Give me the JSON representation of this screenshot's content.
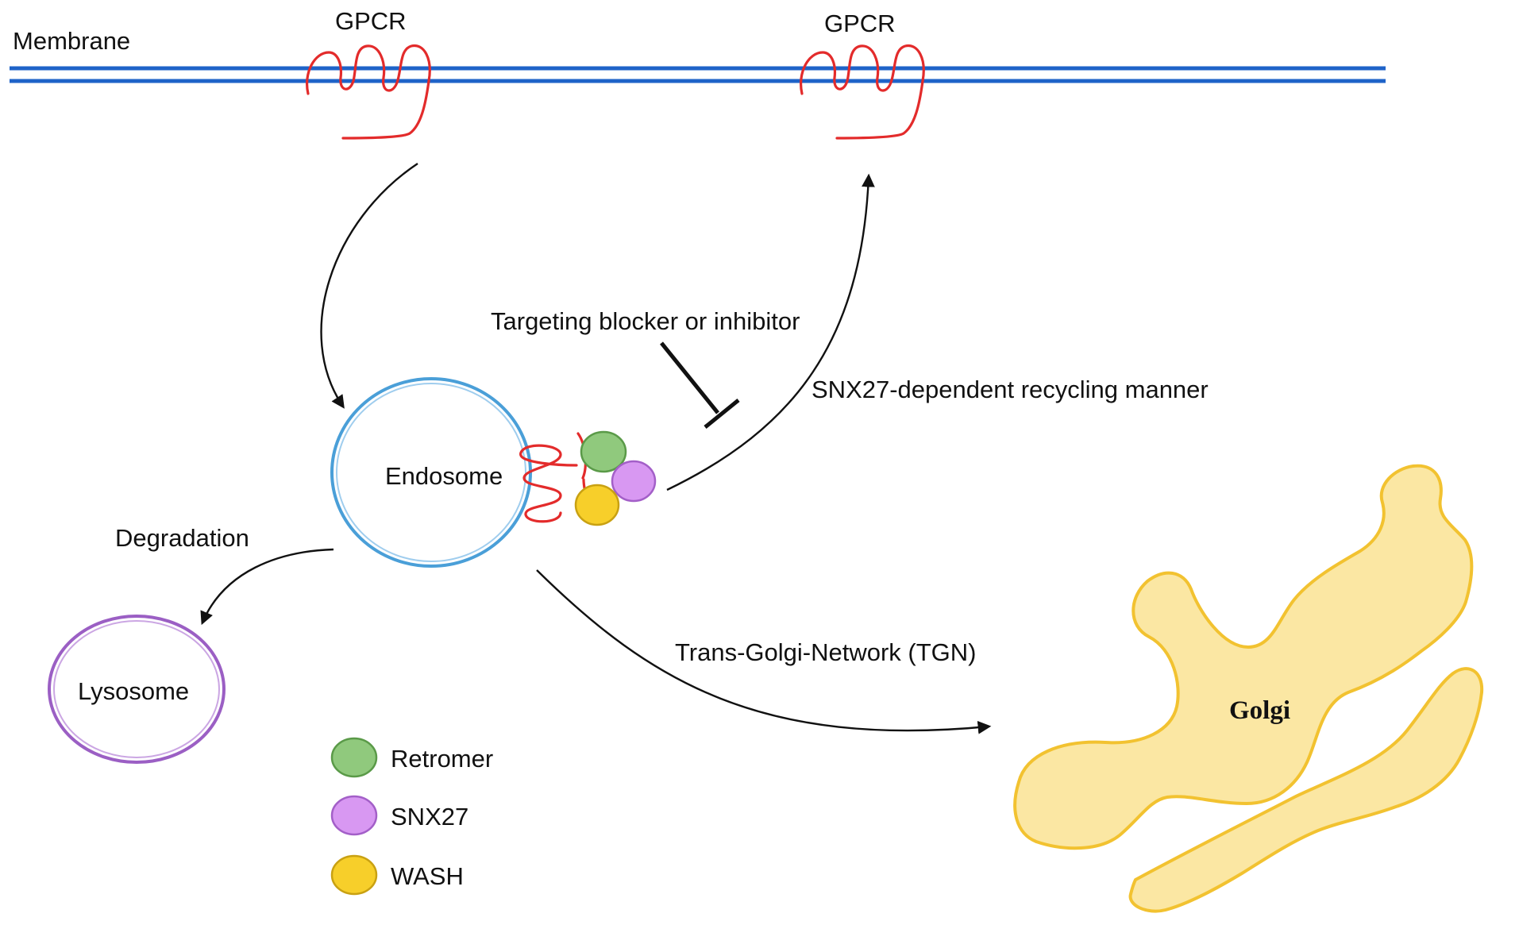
{
  "membrane": {
    "label": "Membrane",
    "color": "#1f63c8"
  },
  "receptors": {
    "left_label": "GPCR",
    "right_label": "GPCR",
    "color": "#e32b2b"
  },
  "endosome": {
    "label": "Endosome",
    "color": "#4a9fd8"
  },
  "lysosome": {
    "label": "Lysosome",
    "color": "#9b5fc4"
  },
  "golgi": {
    "label": "Golgi",
    "fill": "#fbe7a3",
    "stroke": "#f2c230"
  },
  "pathways": {
    "degradation": "Degradation",
    "recycling": "SNX27-dependent recycling manner",
    "tgn": "Trans-Golgi-Network (TGN)",
    "inhibitor": "Targeting blocker or inhibitor"
  },
  "legend": {
    "items": [
      {
        "label": "Retromer",
        "color": "#90c97d",
        "stroke": "#5a9a48"
      },
      {
        "label": "SNX27",
        "color": "#d898f2",
        "stroke": "#a35fc8"
      },
      {
        "label": "WASH",
        "color": "#f7cf2a",
        "stroke": "#c9a112"
      }
    ]
  }
}
